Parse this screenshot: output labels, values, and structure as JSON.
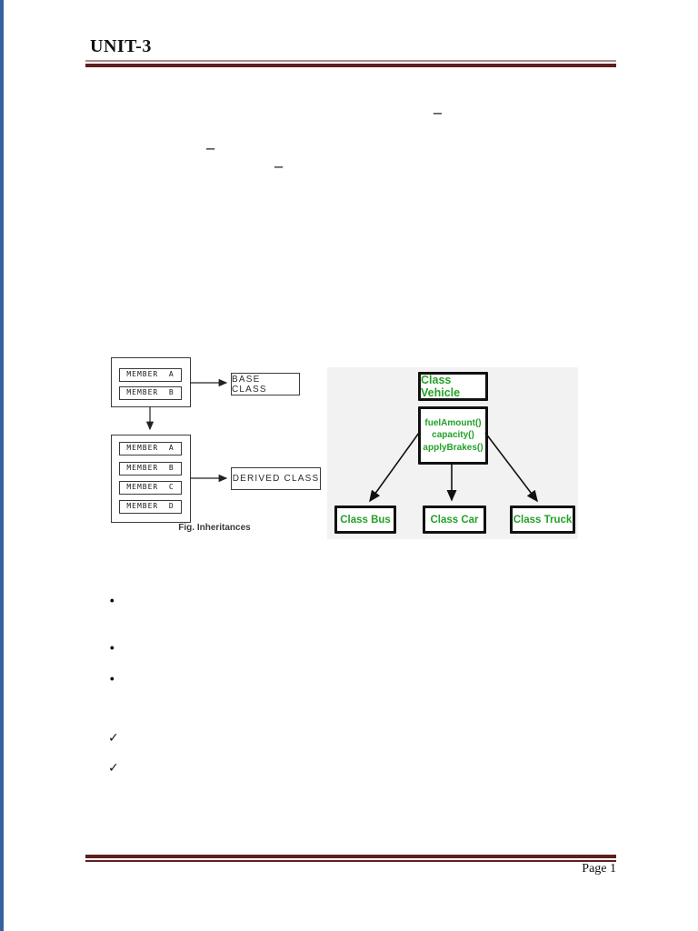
{
  "header": {
    "title": "UNIT-3"
  },
  "footer": {
    "page_label": "Page 1"
  },
  "glyphs": {
    "dash": "–",
    "bullet": "•",
    "check": "✓"
  },
  "figure_inheritance": {
    "caption": "Fig. Inheritances",
    "base_label": "BASE CLASS",
    "derived_label": "DERIVED CLASS",
    "base_members": [
      "MEMBER  A",
      "MEMBER  B"
    ],
    "derived_members": [
      "MEMBER  A",
      "MEMBER  B",
      "MEMBER  C",
      "MEMBER  D"
    ]
  },
  "figure_vehicle": {
    "root_label": "Class Vehicle",
    "methods": [
      "fuelAmount()",
      "capacity()",
      "applyBrakes()"
    ],
    "children": [
      "Class Bus",
      "Class Car",
      "Class Truck"
    ]
  },
  "colors": {
    "rule_dark_red": "#5e1f1f",
    "rule_light_red": "#b18e8c",
    "edge_strip_blue": "#35619e",
    "diagram_green": "#23a127",
    "panel_gray": "#f2f2f2"
  }
}
